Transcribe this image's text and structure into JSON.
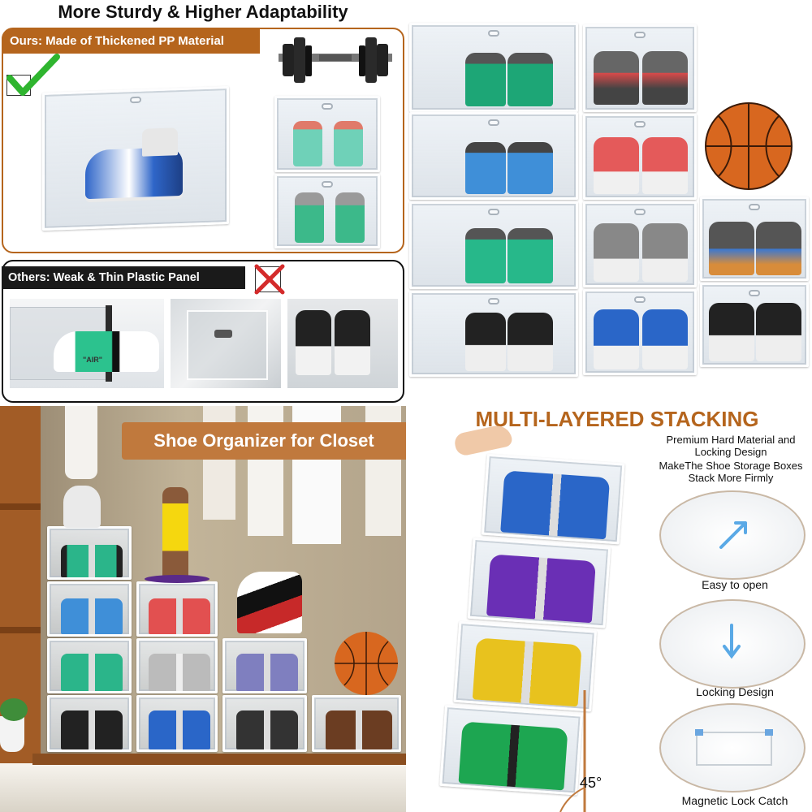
{
  "panel_top_left": {
    "title": "More Sturdy & Higher Adaptability",
    "ours_label": "Ours: Made of Thickened PP Material",
    "others_label": "Others: Weak & Thin Plastic Panel",
    "air_text": "\"AIR\""
  },
  "panel_bottom_left": {
    "banner": "Shoe Organizer for Closet"
  },
  "panel_bottom_right": {
    "title": "MULTI-LAYERED STACKING",
    "description_1": "Premium Hard Material and Locking Design",
    "description_2": "MakeThe Shoe Storage Boxes Stack More Firmly",
    "features": [
      {
        "label": "Easy to open"
      },
      {
        "label": "Locking Design"
      },
      {
        "label": "Magnetic Lock Catch"
      }
    ],
    "angle": "45°"
  },
  "colors": {
    "accent_brown": "#b5651d",
    "check_green": "#2fb52f",
    "x_red": "#d42b2b"
  }
}
